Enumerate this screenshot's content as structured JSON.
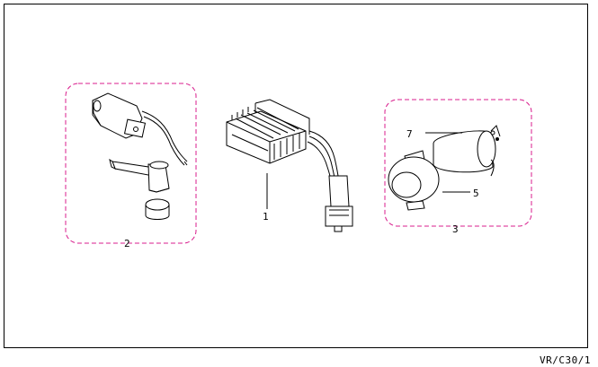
{
  "diagram": {
    "callouts": [
      {
        "id": "1",
        "text": "1"
      },
      {
        "id": "2",
        "text": "2"
      },
      {
        "id": "3",
        "text": "3"
      },
      {
        "id": "5",
        "text": "5"
      },
      {
        "id": "7",
        "text": "7"
      }
    ],
    "figure_code": "VR/C30/1"
  },
  "colors": {
    "line": "#000000",
    "group_outline": "#d81c8c",
    "background": "#ffffff"
  }
}
